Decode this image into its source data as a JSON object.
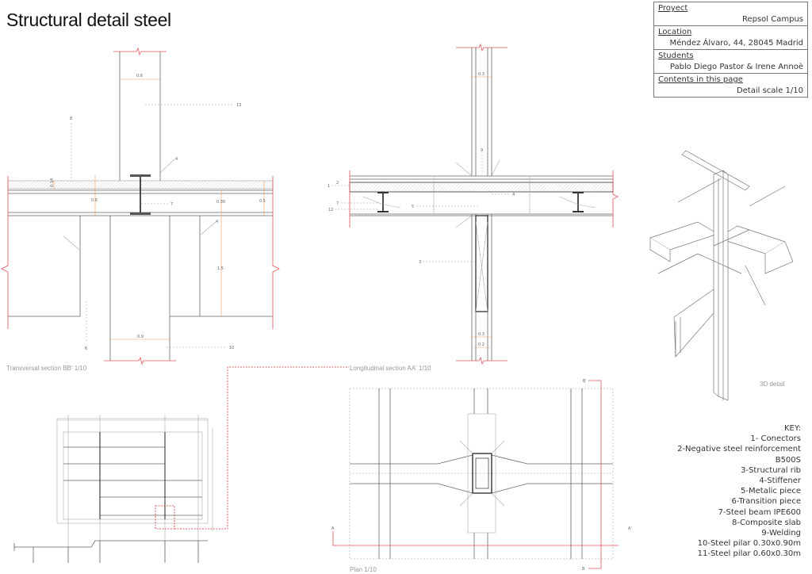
{
  "title": "Structural detail steel",
  "info": {
    "project_label": "Proyect",
    "project": "Repsol Campus",
    "location_label": "Location",
    "location": "Méndez Álvaro, 44, 28045 Madrid",
    "students_label": "Students",
    "students": "Pablo Diego Pastor & Irene Annoè",
    "contents_label": "Contents in this page",
    "contents": "Detail scale 1/10"
  },
  "key": {
    "title": "KEY:",
    "items": [
      "1- Conectors",
      "2-Negative steel reinforcement",
      "B500S",
      "3-Structural rib",
      "4-Stiffener",
      "5-Metalic piece",
      "6-Transition piece",
      "7-Steel beam IPE600",
      "8-Composite slab",
      "9-Welding",
      "10-Steel pilar 0.30x0.90m",
      "11-Steel pilar 0.60x0.30m"
    ]
  },
  "transversal": {
    "caption": "Transversal section BB' 1/10",
    "dims": {
      "col_width": "0.6",
      "slab": "0.14",
      "beam": "0.6",
      "beam2": "0.36",
      "total": "0.5",
      "wall": "1.5",
      "base": "0.9"
    },
    "labels": {
      "l13": "13",
      "l8": "8",
      "l7": "7",
      "l6": "6",
      "l10": "10",
      "l4a": "4",
      "l4b": "4"
    }
  },
  "longitudinal": {
    "caption": "Longitudinal section AA' 1/10",
    "dims": {
      "top": "0.3",
      "bot1": "0.3",
      "bot2": "0.2"
    },
    "labels": {
      "l1": "1",
      "l2": "2",
      "l7": "7",
      "l12": "12",
      "l5": "5",
      "l4": "4",
      "l9": "9",
      "l3": "3"
    }
  },
  "plan": {
    "caption": "Plan 1/10",
    "a": "A",
    "a2": "A'",
    "b": "B",
    "b2": "B'"
  },
  "detail3d": {
    "caption": "3D detail"
  }
}
